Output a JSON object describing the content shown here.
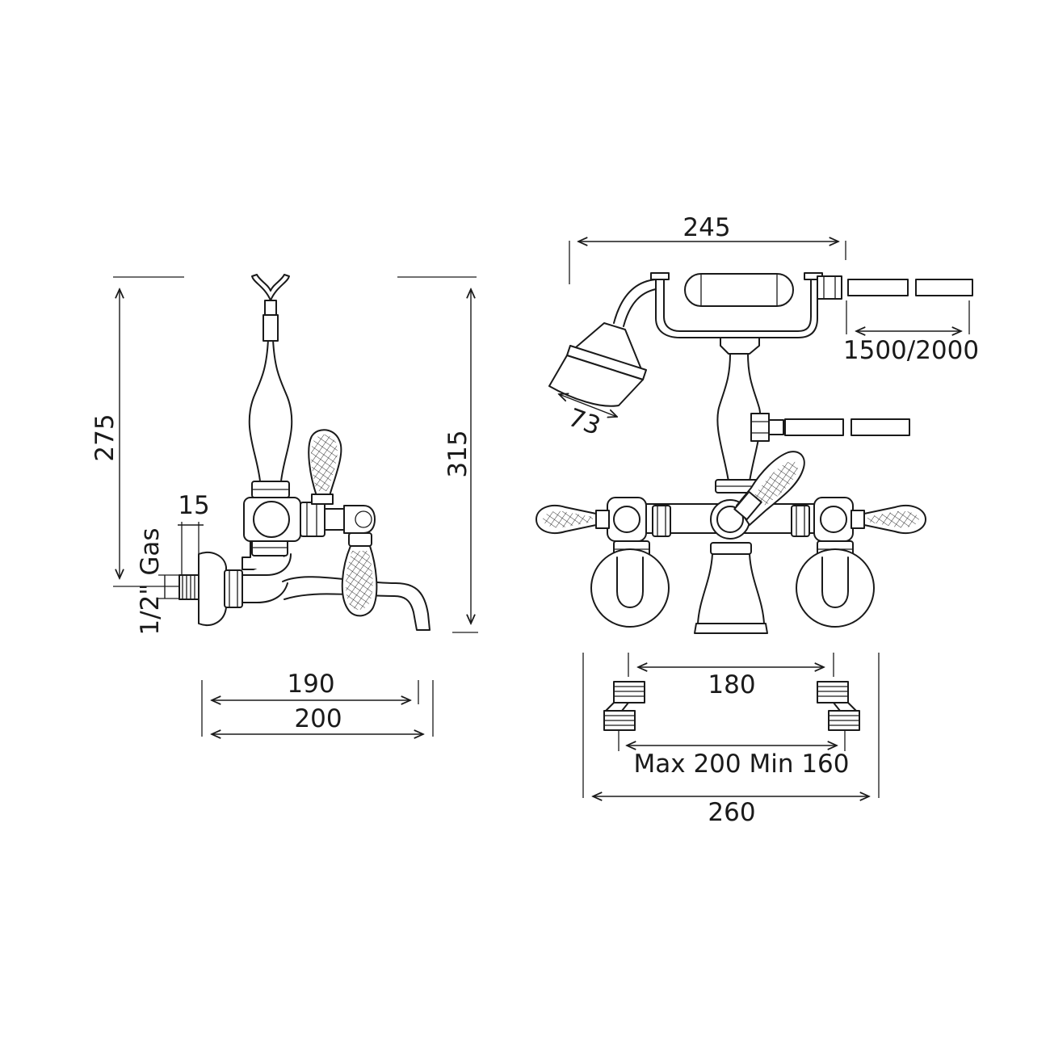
{
  "side_view": {
    "height_275": "275",
    "height_315": "315",
    "inlet_15": "15",
    "thread": "1/2\" Gas",
    "width_190": "190",
    "width_200": "200"
  },
  "front_view": {
    "width_245": "245",
    "hose_length": "1500/2000",
    "shower_head_73": "73",
    "centers_180": "180",
    "adjust_range": "Max 200 Min 160",
    "total_260": "260"
  },
  "colors": {
    "line": "#1a1a1a",
    "background": "#ffffff"
  }
}
